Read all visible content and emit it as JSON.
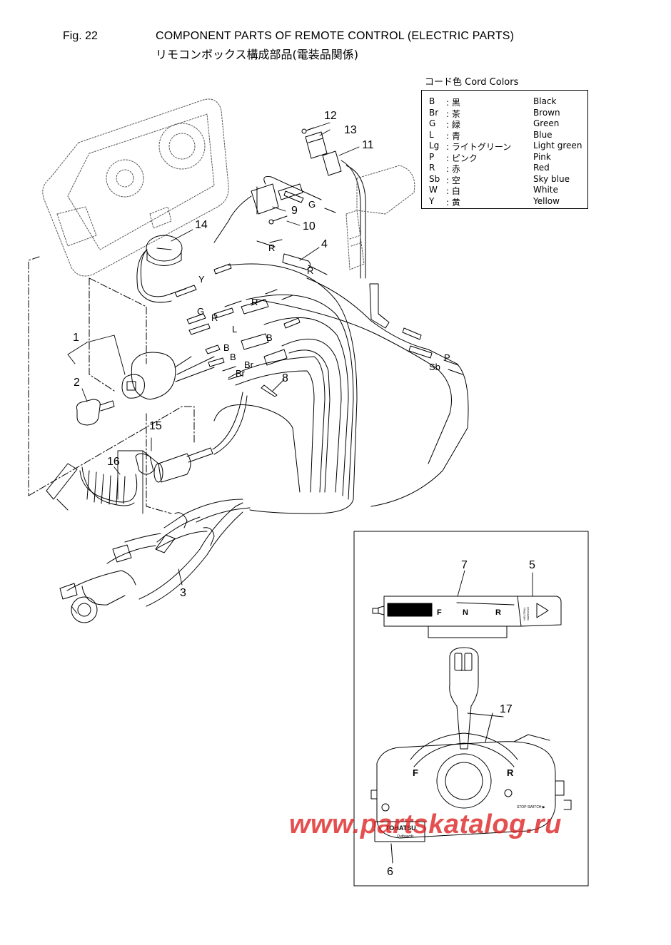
{
  "header": {
    "fig": "Fig. 22",
    "title_en": "COMPONENT PARTS OF REMOTE CONTROL (ELECTRIC PARTS)",
    "title_jp": "リモコンボックス構成部品(電装品関係)"
  },
  "legend": {
    "title": "コード色 Cord Colors",
    "rows": [
      {
        "code": "B",
        "jp": ": 黒",
        "en": "Black"
      },
      {
        "code": "Br",
        "jp": ": 茶",
        "en": "Brown"
      },
      {
        "code": "G",
        "jp": ": 緑",
        "en": "Green"
      },
      {
        "code": "L",
        "jp": ": 青",
        "en": "Blue"
      },
      {
        "code": "Lg",
        "jp": ": ライトグリーン",
        "en": "Light green"
      },
      {
        "code": "P",
        "jp": ": ピンク",
        "en": "Pink"
      },
      {
        "code": "R",
        "jp": ": 赤",
        "en": "Red"
      },
      {
        "code": "Sb",
        "jp": ": 空",
        "en": "Sky blue"
      },
      {
        "code": "W",
        "jp": ": 白",
        "en": "White"
      },
      {
        "code": "Y",
        "jp": ": 黄",
        "en": "Yellow"
      }
    ]
  },
  "callouts": {
    "c1": "1",
    "c2": "2",
    "c3": "3",
    "c4": "4",
    "c5": "5",
    "c6": "6",
    "c7": "7",
    "c8": "8",
    "c9": "9",
    "c10": "10",
    "c11": "11",
    "c12": "12",
    "c13": "13",
    "c14": "14",
    "c15": "15",
    "c16": "16",
    "c17": "17"
  },
  "wire_labels": {
    "g1": "G",
    "g2": "G",
    "r1": "R",
    "r2": "R",
    "r3": "R",
    "r4": "R",
    "y": "Y",
    "l": "L",
    "b1": "B",
    "b2": "B",
    "b3": "B",
    "br1": "Br",
    "br2": "Br",
    "p": "P",
    "sb": "Sb"
  },
  "part_text": {
    "trim_f": "F",
    "trim_n": "N",
    "trim_r": "R",
    "neutral": "NEUTRAL",
    "warn": "WARNING",
    "lever_f": "F",
    "lever_r": "R",
    "stop_switch": "STOP SWITCH ▶",
    "brand": "TOHATSU",
    "brand_sub": "Outboards"
  },
  "watermark": "www.partskatalog.ru"
}
